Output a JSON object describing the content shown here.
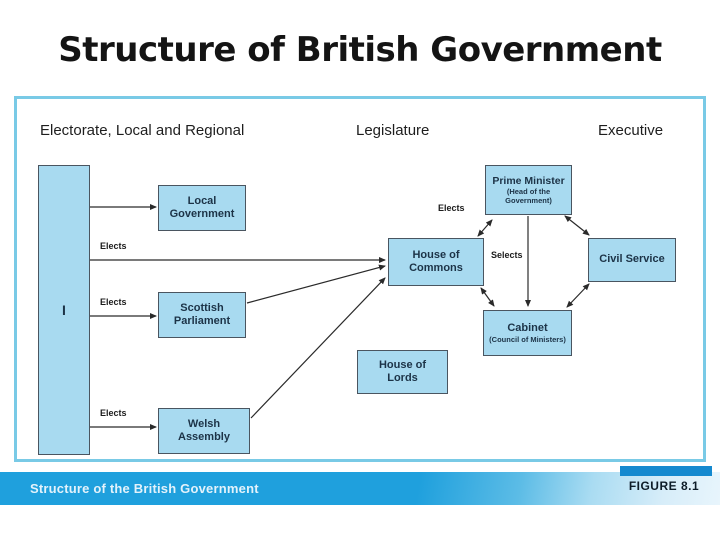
{
  "slide": {
    "title": "Structure of British Government"
  },
  "figure": {
    "caption": "Structure of the British Government",
    "figure_label": "FIGURE 8.1"
  },
  "diagram": {
    "column_headers": {
      "left": "Electorate, Local and Regional",
      "middle": "Legislature",
      "right": "Executive"
    },
    "nodes": {
      "electorate": {
        "label": "I"
      },
      "local_government": {
        "line1": "Local",
        "line2": "Government"
      },
      "scottish_parliament": {
        "line1": "Scottish",
        "line2": "Parliament"
      },
      "welsh_assembly": {
        "line1": "Welsh",
        "line2": "Assembly"
      },
      "house_of_commons": {
        "line1": "House of",
        "line2": "Commons"
      },
      "house_of_lords": {
        "line1": "House of",
        "line2": "Lords"
      },
      "prime_minister": {
        "title": "Prime Minister",
        "subtitle": "(Head of the Government)"
      },
      "civil_service": {
        "label": "Civil Service"
      },
      "cabinet": {
        "title": "Cabinet",
        "subtitle": "(Council of Ministers)"
      }
    },
    "edge_labels": {
      "elects": "Elects",
      "selects": "Selects"
    }
  },
  "colors": {
    "node_fill": "#a8daf0",
    "node_border": "#4a5560",
    "panel_border": "#79cae6",
    "footer_blue": "#1fa0dd",
    "figure_strip_blue": "#1489cf",
    "arrow_color": "#2a2a2a"
  }
}
